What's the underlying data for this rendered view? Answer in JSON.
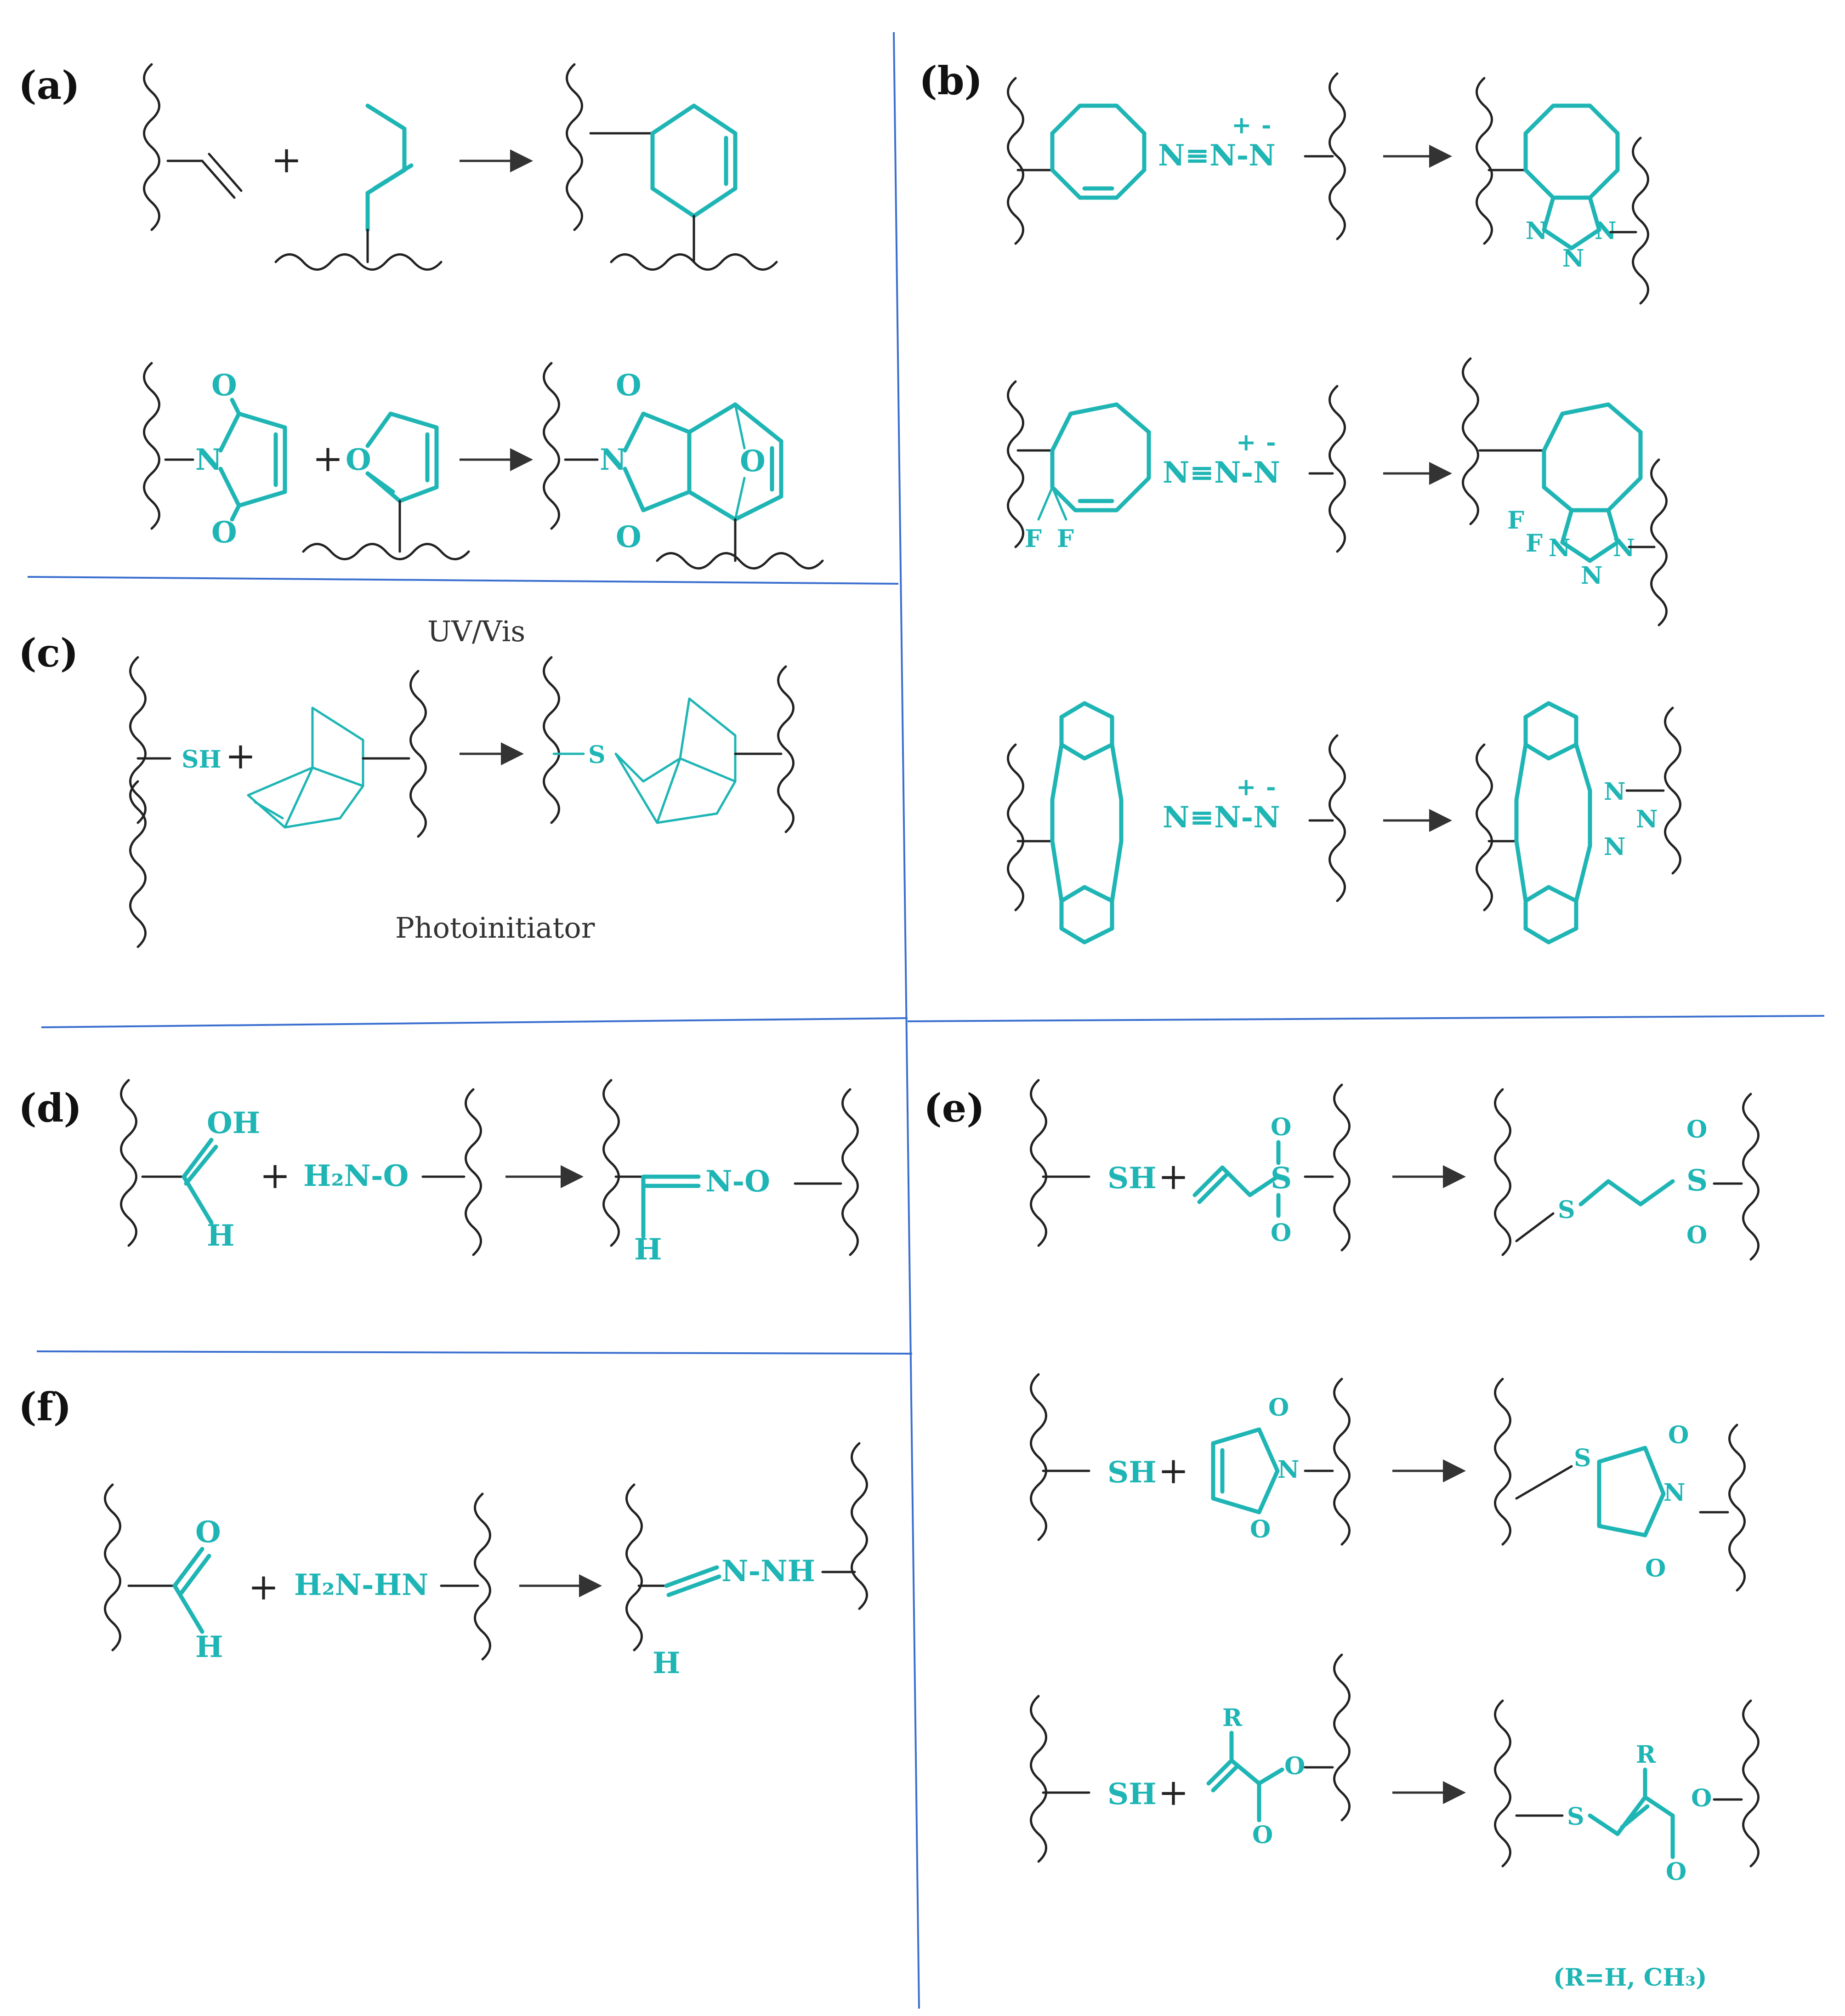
{
  "panels": {
    "a": {
      "label": "(a)"
    },
    "b": {
      "label": "(b)"
    },
    "c": {
      "label": "(c)",
      "condition_top": "UV/Vis",
      "condition_bottom": "Photoinitiator",
      "reagent": "SH",
      "product_atom": "S"
    },
    "d": {
      "label": "(d)",
      "oh": "OH",
      "h": "H",
      "reagent": "H₂N-O",
      "product": "N-O",
      "product_h": "H"
    },
    "e": {
      "label": "(e)",
      "reagent": "SH",
      "note": "(R=H, CH₃)"
    },
    "f": {
      "label": "(f)",
      "o": "O",
      "h": "H",
      "reagent": "H₂N-HN",
      "product": "N-NH",
      "product_h": "H"
    }
  },
  "azide": "N≡N-N",
  "azide_charges": [
    "+",
    "-"
  ],
  "atoms": {
    "O": "O",
    "N": "N",
    "S": "S",
    "F": "F",
    "R": "R"
  },
  "plus": "+",
  "colors": {
    "accent": "#1fb5b5",
    "divider": "#3b6fcf",
    "ink": "#222222"
  }
}
